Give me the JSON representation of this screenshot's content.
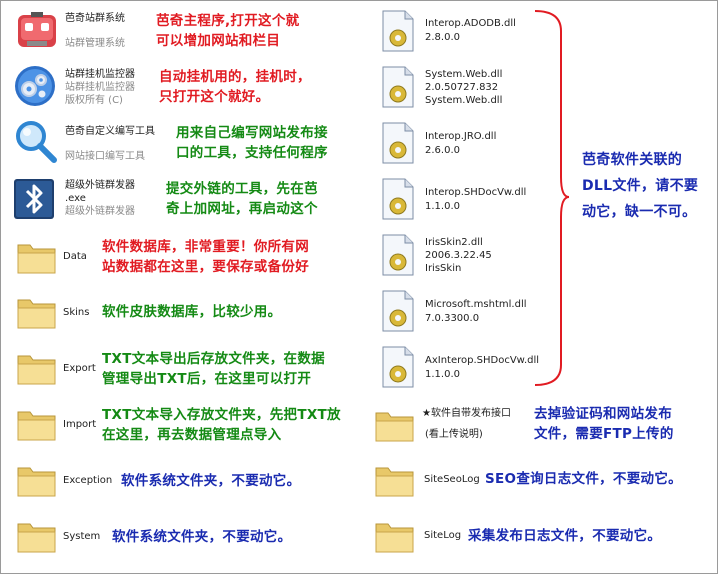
{
  "left_items": [
    {
      "key": "baqi-main",
      "icon": "robot-app-icon",
      "lines": [
        "芭奇站群系统",
        "站群管理系统"
      ],
      "note": [
        "芭奇主程序,打开这个就",
        "可以增加网站和栏目"
      ],
      "note_color": "red"
    },
    {
      "key": "monitor",
      "icon": "gears-app-icon",
      "lines": [
        "站群挂机监控器",
        "站群挂机监控器",
        "版权所有 (C)"
      ],
      "note": [
        "自动挂机用的，挂机时，",
        "只打开这个就好。"
      ],
      "note_color": "red"
    },
    {
      "key": "interface-tool",
      "icon": "magnifier-app-icon",
      "lines": [
        "芭奇自定义编写工具",
        "网站接口编写工具"
      ],
      "note": [
        "用来自己编写网站发布接",
        "口的工具，支持任何程序"
      ],
      "note_color": "green"
    },
    {
      "key": "link-sender",
      "icon": "bluetooth-app-icon",
      "lines": [
        "超级外链群发器",
        ".exe",
        "超级外链群发器"
      ],
      "note": [
        "提交外链的工具，先在芭",
        "奇上加网址，再启动这个"
      ],
      "note_color": "green"
    },
    {
      "key": "data",
      "icon": "folder-icon",
      "lines": [
        "Data"
      ],
      "note": [
        "软件数据库，非常重要！你所有网",
        "站数据都在这里，要保存或备份好"
      ],
      "note_color": "red"
    },
    {
      "key": "skins",
      "icon": "folder-icon",
      "lines": [
        "Skins"
      ],
      "note": [
        "软件皮肤数据库，比较少用。"
      ],
      "note_color": "green"
    },
    {
      "key": "export",
      "icon": "folder-icon",
      "lines": [
        "Export"
      ],
      "note": [
        "TXT文本导出后存放文件夹，在数据",
        "管理导出TXT后，在这里可以打开"
      ],
      "note_color": "green"
    },
    {
      "key": "import",
      "icon": "folder-icon",
      "lines": [
        "Import"
      ],
      "note": [
        "TXT文本导入存放文件夹，先把TXT放",
        "在这里，再去数据管理点导入"
      ],
      "note_color": "green"
    },
    {
      "key": "exception",
      "icon": "folder-icon",
      "lines": [
        "Exception"
      ],
      "note": [
        "软件系统文件夹，不要动它。"
      ],
      "note_color": "blue"
    },
    {
      "key": "system",
      "icon": "folder-icon",
      "lines": [
        "System"
      ],
      "note": [
        "软件系统文件夹，不要动它。"
      ],
      "note_color": "blue"
    }
  ],
  "dll_files": [
    {
      "name": "Interop.ADODB.dll",
      "details": [
        "2.8.0.0"
      ]
    },
    {
      "name": "System.Web.dll",
      "details": [
        "2.0.50727.832",
        "System.Web.dll"
      ]
    },
    {
      "name": "Interop.JRO.dll",
      "details": [
        "2.6.0.0"
      ]
    },
    {
      "name": "Interop.SHDocVw.dll",
      "details": [
        "1.1.0.0"
      ]
    },
    {
      "name": "IrisSkin2.dll",
      "details": [
        "2006.3.22.45",
        "IrisSkin"
      ]
    },
    {
      "name": "Microsoft.mshtml.dll",
      "details": [
        "7.0.3300.0"
      ]
    },
    {
      "name": "AxInterop.SHDocVw.dll",
      "details": [
        "1.1.0.0"
      ]
    }
  ],
  "dll_note": [
    "芭奇软件关联的",
    "DLL文件，请不要",
    "动它，缺一不可。"
  ],
  "right_folders": [
    {
      "key": "publish-interface",
      "lines": [
        "★软件自带发布接口",
        "(看上传说明)"
      ],
      "note": [
        "去掉验证码和网站发布",
        "文件，需要FTP上传的"
      ]
    },
    {
      "key": "siteseolog",
      "lines": [
        "SiteSeoLog"
      ],
      "note": [
        "SEO查询日志文件，不要动它。"
      ]
    },
    {
      "key": "sitelog",
      "lines": [
        "SiteLog"
      ],
      "note": [
        "采集发布日志文件，不要动它。"
      ]
    }
  ],
  "colors": {
    "red": "#e11b22",
    "green": "#148a14",
    "blue": "#1a2bb0",
    "folder": "#f3d98a"
  }
}
